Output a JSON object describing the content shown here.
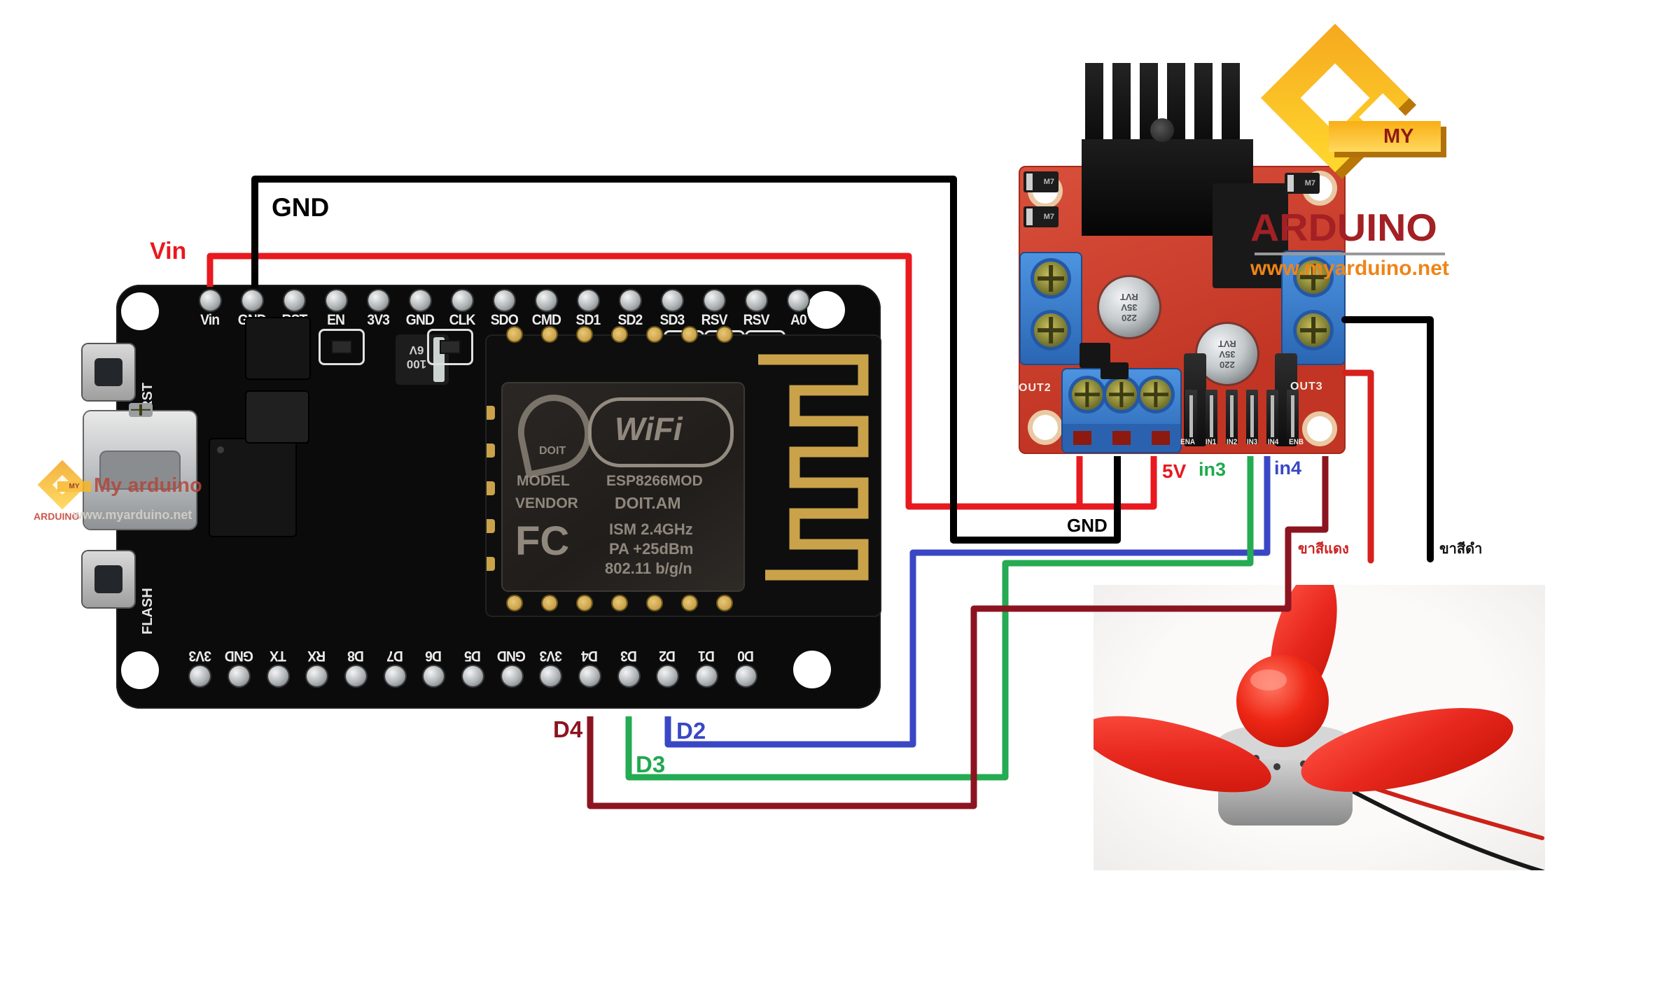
{
  "wire_labels": {
    "gnd_top": "GND",
    "vin": "Vin",
    "five_v": "5V",
    "gnd_mid": "GND",
    "in3": "in3",
    "in4": "in4",
    "d2": "D2",
    "d3": "D3",
    "d4": "D4",
    "motor_red_th": "ขาสีแดง",
    "motor_black_th": "ขาสีดำ"
  },
  "nodemcu": {
    "top_pins": [
      "Vin",
      "GND",
      "RST",
      "EN",
      "3V3",
      "GND",
      "CLK",
      "SDO",
      "CMD",
      "SD1",
      "SD2",
      "SD3",
      "RSV",
      "RSV",
      "A0"
    ],
    "bottom_pins": [
      "3V3",
      "GND",
      "TX",
      "RX",
      "D8",
      "D7",
      "D6",
      "D5",
      "GND",
      "3V3",
      "D4",
      "D3",
      "D2",
      "D1",
      "D0"
    ],
    "rst_button": "RST",
    "flash_button": "FLASH",
    "cap_lines": [
      "100",
      "6V"
    ],
    "esp_module": {
      "brand": "DOIT",
      "wifi": "WiFi",
      "model_label": "MODEL",
      "model": "ESP8266MOD",
      "vendor_label": "VENDOR",
      "vendor": "DOIT.AM",
      "fcc": "FC",
      "ism": "ISM  2.4GHz",
      "pa": "PA  +25dBm",
      "protocol": "802.11 b/g/n"
    },
    "watermark": {
      "my": "MY",
      "name": "My arduino",
      "ard": "ARDUINO",
      "site": "www.myarduino.net"
    }
  },
  "l298n": {
    "out_left": "OUT2",
    "out_right": "OUT3",
    "header": [
      "ENA",
      "IN1",
      "IN2",
      "IN3",
      "IN4",
      "ENB"
    ],
    "cap_lines": [
      "220",
      "35V",
      "RVT"
    ],
    "diode": "M7"
  },
  "brand": {
    "my": "MY",
    "name": "ARDUINO",
    "site": "www.myarduino.net"
  },
  "colors": {
    "wire_red": "#e8191f",
    "wire_black": "#000000",
    "wire_blue": "#3a47c5",
    "wire_green": "#25ab53",
    "wire_maroon": "#8c1420",
    "motor_wire_red": "#d6211d",
    "pcb_red": "#cd4534",
    "terminal_blue": "#2f76c9",
    "antenna_gold": "#c9a24a"
  }
}
